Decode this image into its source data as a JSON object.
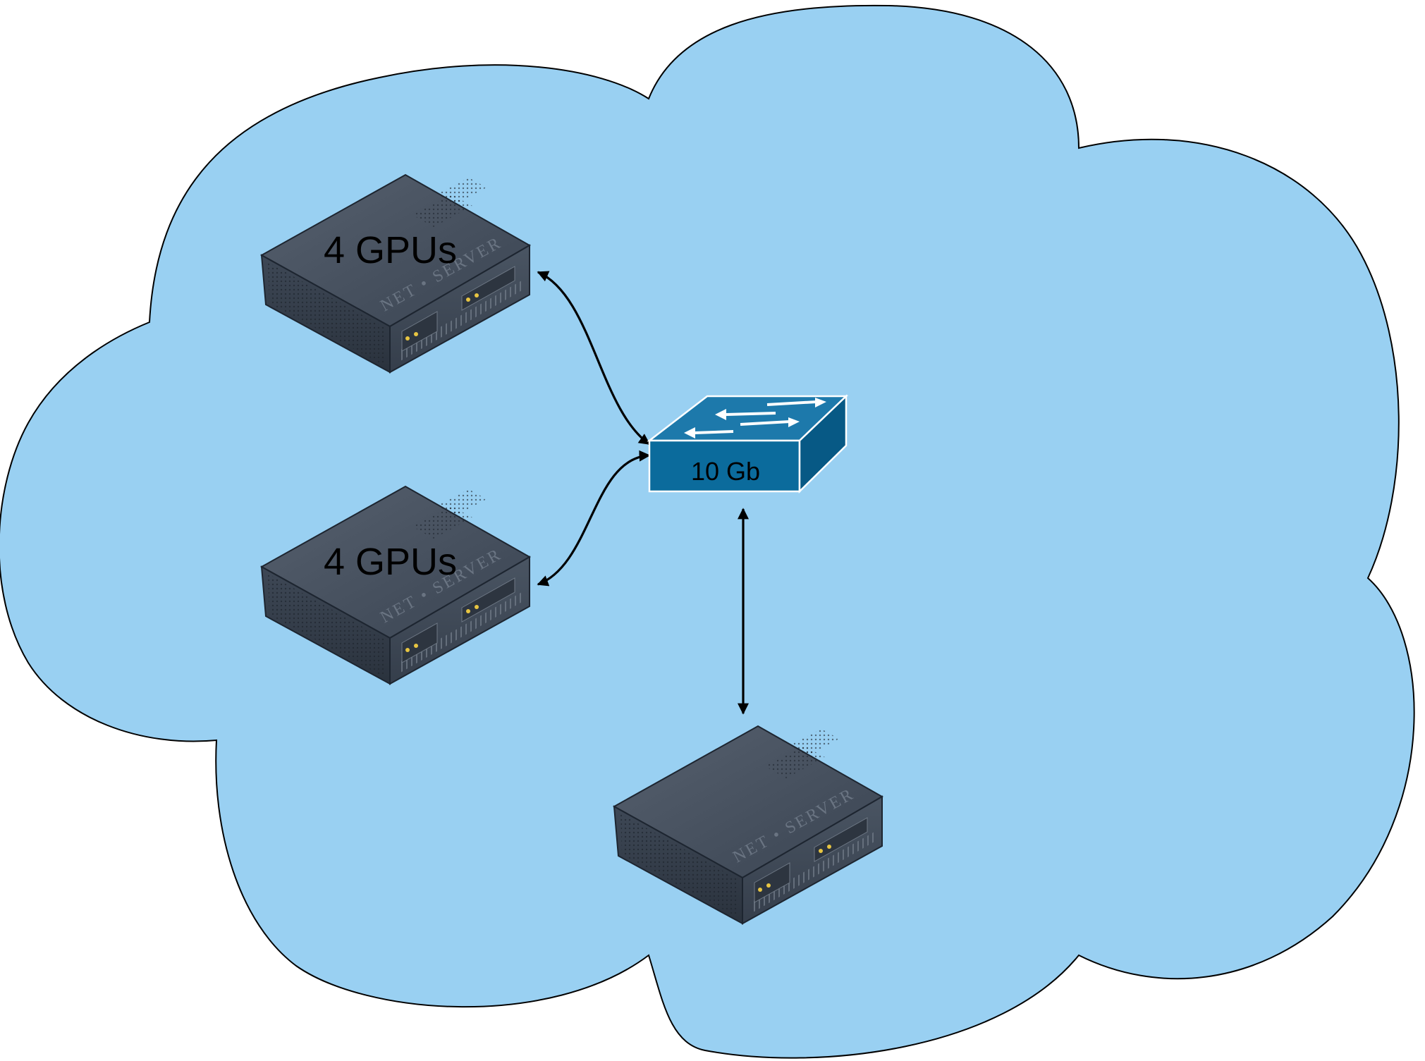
{
  "diagram": {
    "colors": {
      "cloud_fill": "#99d0f2",
      "cloud_stroke": "#000000",
      "switch_front": "#0b6b9c",
      "switch_top": "#1d79ab",
      "switch_side": "#075985",
      "server_body": "#3b4654",
      "connector": "#000000"
    },
    "switch": {
      "label": "10 Gb",
      "icon": "network-switch-icon"
    },
    "servers": [
      {
        "label": "4 GPUs",
        "brand": "NET • SERVER",
        "icon": "rack-server-icon"
      },
      {
        "label": "4 GPUs",
        "brand": "NET • SERVER",
        "icon": "rack-server-icon"
      },
      {
        "label": "",
        "brand": "NET • SERVER",
        "icon": "rack-server-icon"
      }
    ],
    "connections": [
      {
        "from": "server-1",
        "to": "switch",
        "bidirectional": true
      },
      {
        "from": "server-2",
        "to": "switch",
        "bidirectional": true
      },
      {
        "from": "switch",
        "to": "server-3",
        "bidirectional": true
      }
    ]
  }
}
